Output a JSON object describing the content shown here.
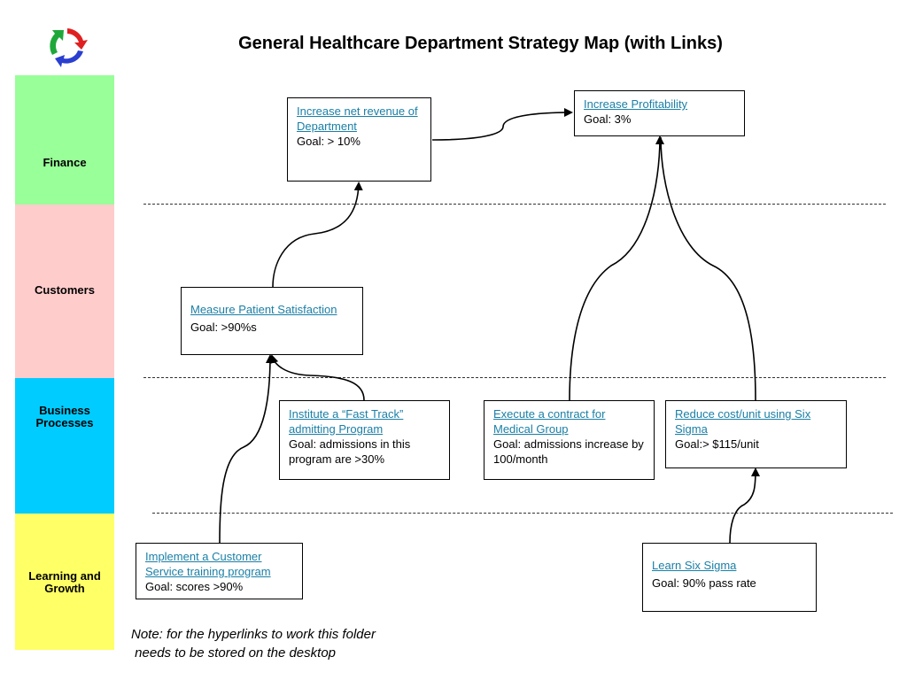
{
  "title": "General Healthcare Department Strategy Map (with Links)",
  "logo_icon": "recycle-arrows-icon",
  "colors": {
    "finance": "#99ff99",
    "customers": "#ffcccc",
    "business": "#00ccff",
    "learning": "#ffff66",
    "link": "#1a7fa6"
  },
  "bands": {
    "finance": "Finance",
    "customers": "Customers",
    "business": "Business\nProcesses",
    "learning": "Learning and\nGrowth"
  },
  "boxes": {
    "net_revenue": {
      "link": "Increase net revenue of Department",
      "goal": "Goal: > 10%"
    },
    "profitability": {
      "link": "Increase Profitability",
      "goal": "Goal: 3%"
    },
    "patient_satisfaction": {
      "link": "Measure Patient Satisfaction",
      "goal": "Goal: >90%s"
    },
    "fast_track": {
      "link": "Institute a “Fast Track” admitting Program",
      "goal": "Goal: admissions in this program are >30%"
    },
    "medical_group": {
      "link": "Execute a contract for Medical Group",
      "goal": "Goal: admissions increase by 100/month"
    },
    "six_sigma_cost": {
      "link": "Reduce cost/unit using Six Sigma",
      "goal": "Goal:> $115/unit"
    },
    "customer_service": {
      "link": "Implement a Customer Service training program",
      "goal": "Goal: scores >90%"
    },
    "learn_six_sigma": {
      "link": "Learn Six Sigma",
      "goal": "Goal: 90% pass rate"
    }
  },
  "note": "Note: for the hyperlinks to work this folder\n needs to be stored on the desktop"
}
